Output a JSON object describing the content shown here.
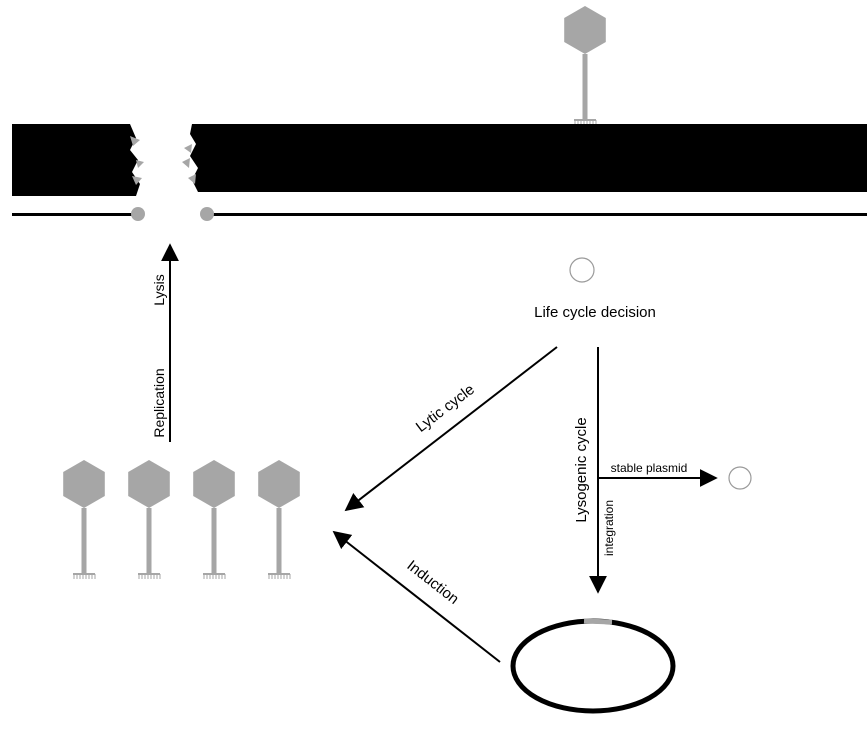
{
  "labels": {
    "life_cycle_decision": "Life cycle decision",
    "lytic_cycle": "Lytic cycle",
    "lysogenic_cycle": "Lysogenic cycle",
    "stable_plasmid": "stable plasmid",
    "integration": "integration",
    "induction": "Induction",
    "replication": "Replication",
    "lysis": "Lysis"
  },
  "colors": {
    "membrane": "#000000",
    "phage": "#a6a6a6",
    "arrow": "#000000",
    "phage_dna_circle": "#9a9a9a",
    "prophage_segment": "#a6a6a6"
  },
  "icons": {
    "phage": "bacteriophage-icon",
    "phage_dna": "circular-dna-icon",
    "chromosome": "circular-chromosome-icon"
  },
  "phage_group_count": 4
}
